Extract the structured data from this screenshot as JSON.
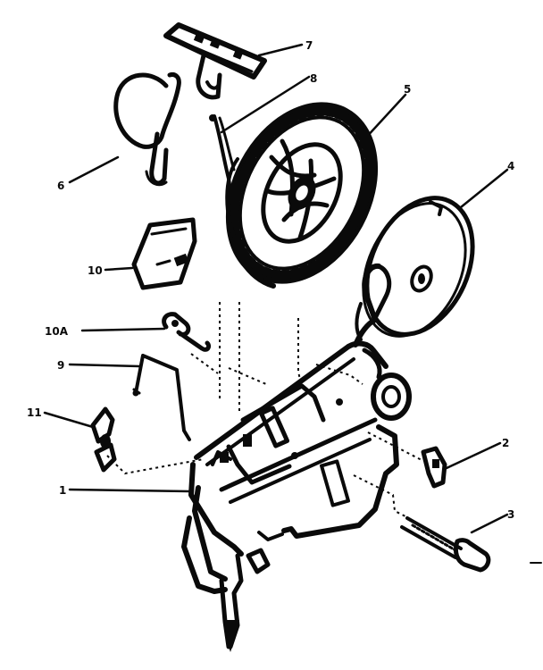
{
  "diagram": {
    "callouts": [
      {
        "id": "7",
        "label": "7"
      },
      {
        "id": "8",
        "label": "8"
      },
      {
        "id": "5",
        "label": "5"
      },
      {
        "id": "6",
        "label": "6"
      },
      {
        "id": "4",
        "label": "4"
      },
      {
        "id": "10",
        "label": "10"
      },
      {
        "id": "10A",
        "label": "10A"
      },
      {
        "id": "9",
        "label": "9"
      },
      {
        "id": "11",
        "label": "11"
      },
      {
        "id": "1",
        "label": "1"
      },
      {
        "id": "2",
        "label": "2"
      },
      {
        "id": "3",
        "label": "3"
      }
    ],
    "ink_color": "#0a0a0a",
    "paper_color": "#ffffff"
  }
}
